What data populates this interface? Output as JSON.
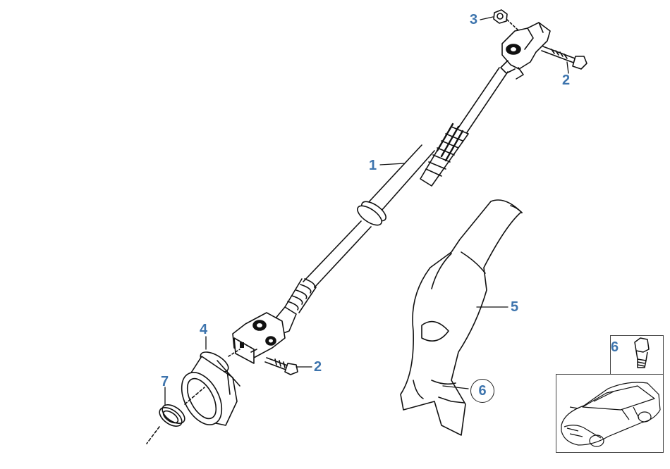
{
  "diagram": {
    "callouts": {
      "c1": "1",
      "c2_top": "2",
      "c2_bottom": "2",
      "c3": "3",
      "c4": "4",
      "c5": "5",
      "c6_circled": "6",
      "c7": "7"
    },
    "inset": {
      "part_label": "6"
    },
    "colors": {
      "label": "#3d74ad",
      "line": "#111111"
    }
  }
}
